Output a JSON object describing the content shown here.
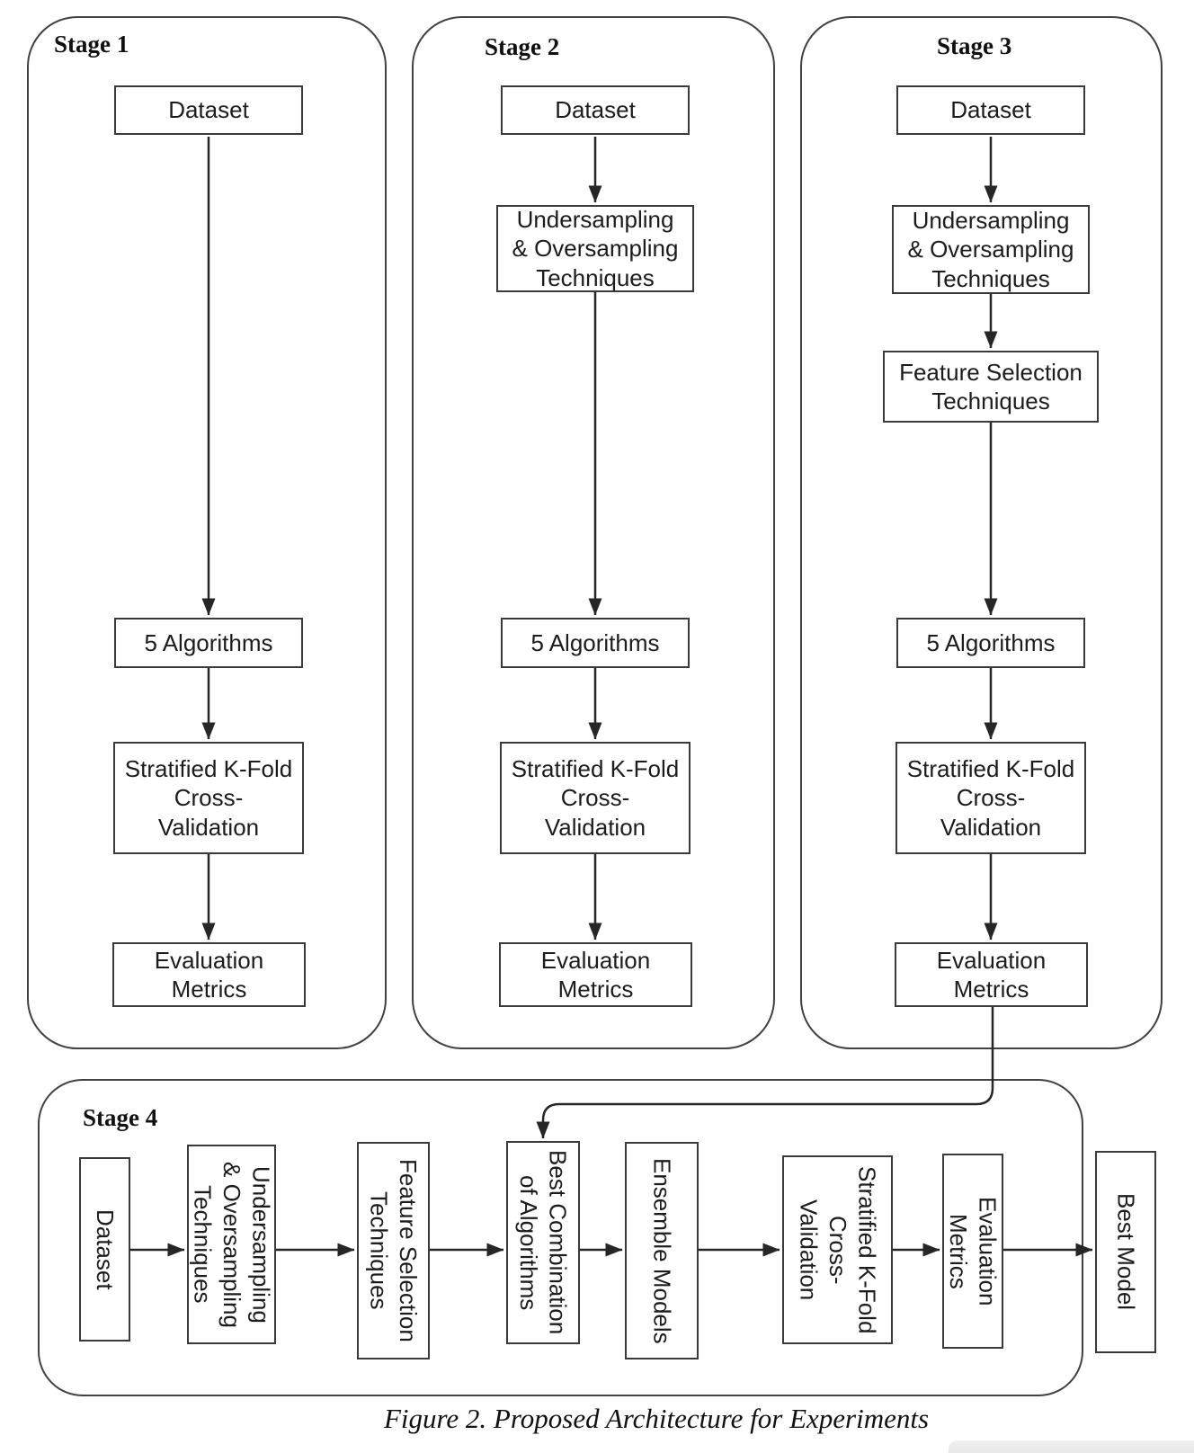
{
  "caption": "Figure 2. Proposed Architecture for Experiments",
  "colors": {
    "ink": "#262626",
    "box_border": "#3a3a3a",
    "container_border": "#414141"
  },
  "stages": [
    {
      "label": "Stage 1",
      "nodes": {
        "dataset": "Dataset",
        "algorithms": "5 Algorithms",
        "cross_validation": "Stratified K-Fold\nCross-\nValidation",
        "metrics": "Evaluation\nMetrics"
      }
    },
    {
      "label": "Stage 2",
      "nodes": {
        "dataset": "Dataset",
        "sampling": "Undersampling\n& Oversampling\nTechniques",
        "algorithms": "5 Algorithms",
        "cross_validation": "Stratified K-Fold\nCross-\nValidation",
        "metrics": "Evaluation\nMetrics"
      }
    },
    {
      "label": "Stage 3",
      "nodes": {
        "dataset": "Dataset",
        "sampling": "Undersampling\n& Oversampling\nTechniques",
        "feature_selection": "Feature Selection\nTechniques",
        "algorithms": "5 Algorithms",
        "cross_validation": "Stratified K-Fold\nCross-\nValidation",
        "metrics": "Evaluation\nMetrics"
      }
    },
    {
      "label": "Stage 4",
      "nodes": {
        "dataset": "Dataset",
        "sampling": "Undersampling\n& Oversampling\nTechniques",
        "feature_selection": "Feature Selection\nTechniques",
        "best_combination": "Best Combination\nof Algorithms",
        "ensemble": "Ensemble Models",
        "cross_validation": "Stratified K-Fold\nCross-\nValidation",
        "metrics": "Evaluation\nMetrics",
        "best_model": "Best Model"
      }
    }
  ]
}
